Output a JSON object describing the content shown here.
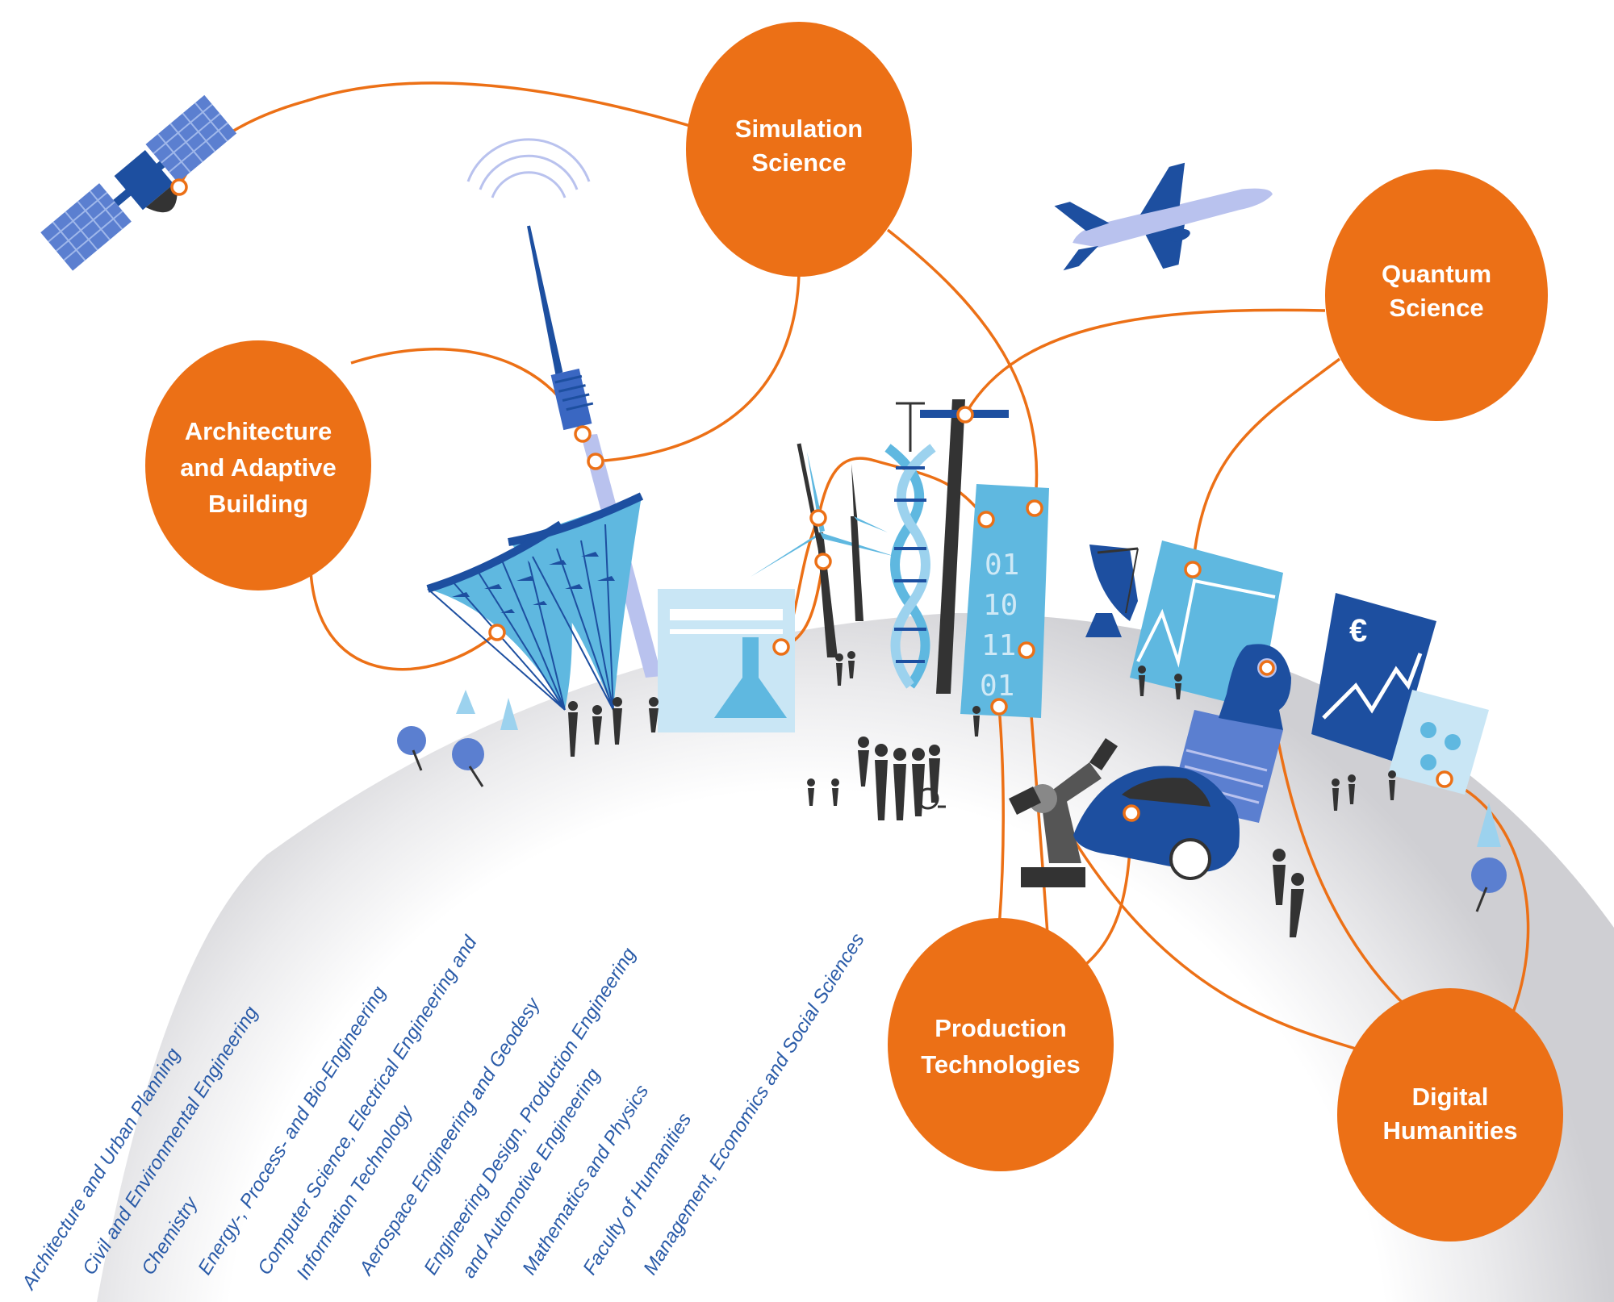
{
  "hubs": [
    {
      "id": "simulation",
      "lines": [
        "Simulation",
        "Science"
      ]
    },
    {
      "id": "quantum",
      "lines": [
        "Quantum",
        "Science"
      ]
    },
    {
      "id": "architecture",
      "lines": [
        "Architecture",
        "and Adaptive",
        "Building"
      ]
    },
    {
      "id": "production",
      "lines": [
        "Production",
        "Technologies"
      ]
    },
    {
      "id": "digital",
      "lines": [
        "Digital",
        "Humanities"
      ]
    }
  ],
  "faculties": [
    {
      "lines": [
        "Architecture and Urban Planning"
      ]
    },
    {
      "lines": [
        "Civil and Environmental Engineering"
      ]
    },
    {
      "lines": [
        "Chemistry"
      ]
    },
    {
      "lines": [
        "Energy-, Process- and Bio-Engineering"
      ]
    },
    {
      "lines": [
        "Computer Science, Electrical Engineering and",
        "Information Technology"
      ]
    },
    {
      "lines": [
        "Aerospace Engineering and Geodesy"
      ]
    },
    {
      "lines": [
        "Engineering Design, Production Engineering",
        "and Automotive Engineering"
      ]
    },
    {
      "lines": [
        "Mathematics and Physics"
      ]
    },
    {
      "lines": [
        "Faculty of Humanities"
      ]
    },
    {
      "lines": [
        "Management, Economics and Social Sciences"
      ]
    }
  ],
  "binary": [
    "01",
    "10",
    "11",
    "01"
  ],
  "euro_symbol": "€",
  "colors": {
    "hub": "#ec7016",
    "line": "#ec7016",
    "faculty_text": "#2a5ba8",
    "dark_blue": "#1d4fa0",
    "light_blue": "#5fb8e0",
    "pale_blue": "#c9e6f5",
    "ground": "#dcdcde",
    "figure": "#333333"
  },
  "icons": [
    "satellite-icon",
    "airplane-icon",
    "tv-tower-icon",
    "wind-turbine-icon",
    "dna-helix-icon",
    "crane-icon",
    "flask-panel-icon",
    "dish-antenna-icon",
    "chart-panel-icon",
    "euro-chart-icon",
    "robot-arm-icon",
    "car-icon",
    "book-icon",
    "head-icon",
    "people-board-icon",
    "tree-icon",
    "person-icon",
    "wheelchair-icon"
  ]
}
